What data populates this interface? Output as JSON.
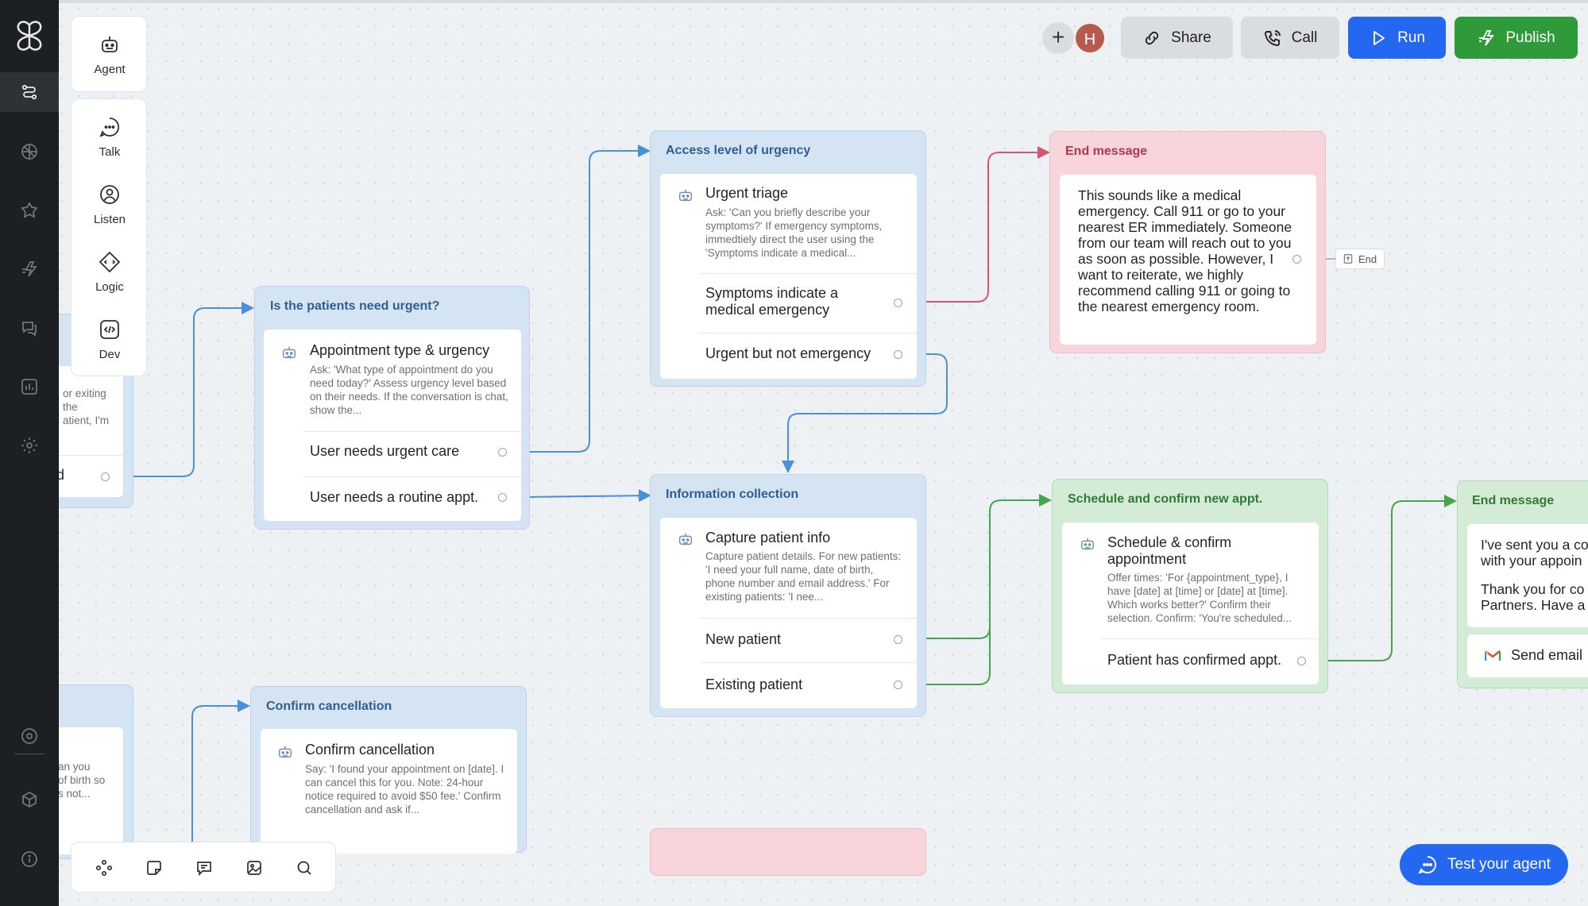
{
  "toolbar": {
    "plus_label": "+",
    "avatar_initial": "H",
    "share_label": "Share",
    "call_label": "Call",
    "run_label": "Run",
    "publish_label": "Publish"
  },
  "palette": {
    "agent_label": "Agent",
    "talk_label": "Talk",
    "listen_label": "Listen",
    "logic_label": "Logic",
    "dev_label": "Dev"
  },
  "nodes": {
    "partial_left": {
      "desc": "or exiting\nthe\natient, I'm",
      "option": "d"
    },
    "partial_left_bottom": {
      "desc": "an you\nof birth so\ns not..."
    },
    "urgent_check": {
      "title": "Is the patients need urgent?",
      "card_title": "Appointment type & urgency",
      "card_desc": "Ask: 'What type of appointment do you need today?' Assess urgency level based on their needs. If the conversation is chat, show the...",
      "option_1": "User needs urgent care",
      "option_2": "User needs a routine appt."
    },
    "urgency_level": {
      "title": "Access level of urgency",
      "card_title": "Urgent triage",
      "card_desc": "Ask: 'Can you briefly describe your symptoms?' If emergency symptoms, immedtiely direct the user using the 'Symptoms indicate a medical...",
      "option_1": "Symptoms indicate a medical emergency",
      "option_2": "Urgent but not emergency"
    },
    "end_emergency": {
      "title": "End message",
      "message": "This sounds like a medical emergency. Call 911 or go to your nearest ER immediately. Someone from our team will reach out to you as soon as possible. However, I want to reiterate, we highly recommend calling 911 or going to the nearest emergency room.",
      "end_label": "End"
    },
    "info_collection": {
      "title": "Information collection",
      "card_title": "Capture patient info",
      "card_desc": "Capture patient details. For new patients: 'I need your full name, date of birth, phone number and email address.' For existing patients: 'I nee...",
      "option_1": "New patient",
      "option_2": "Existing patient"
    },
    "schedule": {
      "title": "Schedule and confirm new appt.",
      "card_title": "Schedule & confirm appointment",
      "card_desc": "Offer times: 'For {appointment_type}, I have [date] at [time] or [date] at [time]. Which works better?' Confirm their selection. Confirm: 'You're scheduled...",
      "option_1": "Patient has confirmed appt."
    },
    "end_confirm": {
      "title": "End message",
      "message_1": "I've sent you a co\nwith your appoin",
      "message_2": "Thank you for co\nPartners. Have a",
      "action_label": "Send email"
    },
    "cancellation": {
      "title": "Confirm cancellation",
      "card_title": "Confirm cancellation",
      "card_desc": "Say: 'I found your appointment on [date]. I can cancel this for you. Note: 24-hour notice required to avoid $50 fee.' Confirm cancellation and ask if..."
    }
  },
  "test_agent_label": "Test your agent",
  "colors": {
    "blue_edge": "#4a90d9",
    "pink_edge": "#d6566f",
    "green_edge": "#46a44f",
    "run": "#2468f2",
    "publish": "#2f9a3a"
  }
}
